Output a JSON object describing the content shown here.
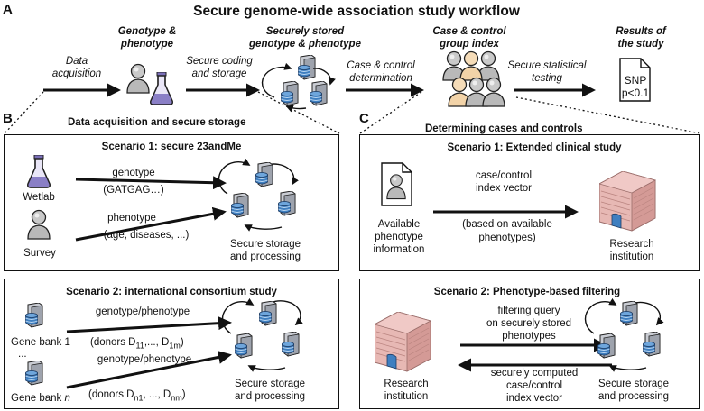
{
  "title": "Secure genome-wide association study workflow",
  "panel_labels": {
    "a": "A",
    "b": "B",
    "c": "C"
  },
  "workflow": {
    "stage1_title": [
      "Genotype &",
      "phenotype"
    ],
    "stage2_title": [
      "Securely stored",
      "genotype & phenotype"
    ],
    "stage3_title": [
      "Case & control",
      "group index"
    ],
    "stage4_title": [
      "Results of",
      "the study"
    ],
    "arrow1_label": [
      "Data",
      "acquisition"
    ],
    "arrow2_label": [
      "Secure coding",
      "and storage"
    ],
    "arrow3_label": [
      "Case & control",
      "determination"
    ],
    "arrow4_label": [
      "Secure statistical",
      "testing"
    ],
    "result_doc": [
      "SNP",
      "p<0.1"
    ]
  },
  "section_b": {
    "heading": "Data acquisition and secure storage",
    "scenario1": {
      "title": "Scenario 1: secure 23andMe",
      "source1": "Wetlab",
      "source2": "Survey",
      "arrow1_label": [
        "genotype",
        "(GATGAG…)"
      ],
      "arrow2_label": [
        "phenotype",
        "(age, diseases, ...)"
      ],
      "storage_label": [
        "Secure storage",
        "and processing"
      ]
    },
    "scenario2": {
      "title": "Scenario 2: international consortium study",
      "source1": "Gene bank 1",
      "ellipsis": "...",
      "source2_prefix": "Gene bank ",
      "source2_n": "n",
      "arrow1_label": "genotype/phenotype",
      "arrow1_sub": {
        "pre": "(donors D",
        "s1": "11",
        "mid": ",..., D",
        "s2": "1m",
        "post": ")"
      },
      "arrow2_label": "genotype/phenotype",
      "arrow2_sub": {
        "pre": "(donors D",
        "s1": "n1",
        "mid": ", ..., D",
        "s2": "nm",
        "post": ")"
      },
      "storage_label": [
        "Secure storage",
        "and processing"
      ]
    }
  },
  "section_c": {
    "heading": "Determining cases and controls",
    "scenario1": {
      "title": "Scenario 1: Extended clinical study",
      "doc_label": [
        "Available",
        "phenotype",
        "information"
      ],
      "arrow_label": [
        "case/control",
        "index vector"
      ],
      "arrow_sub": [
        "(based on available",
        "phenotypes)"
      ],
      "target_label": [
        "Research",
        "institution"
      ]
    },
    "scenario2": {
      "title": "Scenario 2: Phenotype-based filtering",
      "source_label": [
        "Research",
        "institution"
      ],
      "query_label": [
        "filtering query",
        "on securely stored",
        "phenotypes"
      ],
      "return_label": [
        "securely computed",
        "case/control",
        "index vector"
      ],
      "storage_label": [
        "Secure storage",
        "and processing"
      ]
    }
  },
  "colors": {
    "flask": "#8a7fc6",
    "person": "#b9b9b9",
    "person_case": "#f2d3a8",
    "server_blue": "#3f7fc0",
    "server_grey": "#c9ccd3",
    "building": "#e7b8b4",
    "line": "#111111"
  },
  "icons": [
    "flask-icon",
    "person-icon",
    "server-icon",
    "building-icon",
    "document-icon"
  ]
}
